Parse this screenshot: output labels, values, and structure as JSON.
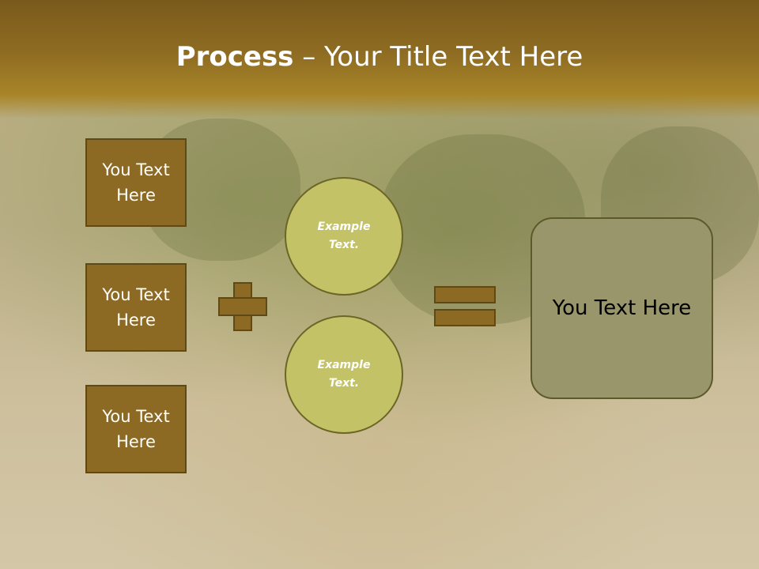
{
  "slide": {
    "title_bold": "Process",
    "title_rest": " – Your Title Text Here"
  },
  "left_boxes": [
    {
      "label": "You Text\nHere"
    },
    {
      "label": "You Text\nHere"
    },
    {
      "label": "You Text\nHere"
    }
  ],
  "circles": [
    {
      "label": "Example\nText."
    },
    {
      "label": "Example\nText."
    }
  ],
  "result": {
    "label": "You Text Here"
  },
  "colors": {
    "header": "#8e6c22",
    "box_fill": "#8c6a24",
    "circle_fill": "#c4c266",
    "result_fill": "#98966a"
  }
}
